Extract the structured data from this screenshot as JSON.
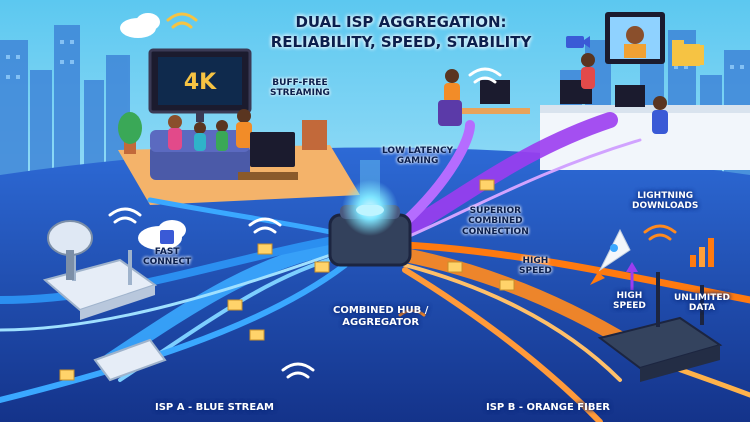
{
  "title": {
    "line1": "DUAL ISP AGGREGATION:",
    "line2": "RELIABILITY, SPEED, STABILITY"
  },
  "labels": {
    "buff_free_1": "BUFF-FREE",
    "buff_free_2": "STREAMING",
    "low_latency_1": "LOW LATENCY",
    "low_latency_2": "GAMING",
    "lightning_1": "LIGHTNING",
    "lightning_2": "DOWNLOADS",
    "superior_1": "SUPERIOR",
    "superior_2": "COMBINED",
    "superior_3": "CONNECTION",
    "fast_connect_1": "FAST",
    "fast_connect_2": "CONNECT",
    "high_speed_a_1": "HIGH",
    "high_speed_a_2": "SPEED",
    "high_speed_b_1": "HIGH",
    "high_speed_b_2": "SPEED",
    "unlimited_1": "UNLIMITED",
    "unlimited_2": "DATA",
    "hub_1": "COMBINED HUB /",
    "hub_2": "AGGREGATOR",
    "isp_a": "ISP A - BLUE STREAM",
    "isp_b": "ISP B - ORANGE FIBER"
  },
  "tv_text": "4K",
  "colors": {
    "sky_top": "#5cc8f0",
    "sky_bottom": "#cfeefd",
    "floor": "#1f4fb5",
    "stream_blue": "#3aa8ff",
    "stream_orange": "#ff8a1f",
    "stream_purple": "#9b3df0",
    "hub": "#33415c",
    "hub_glow": "#7fe6ff",
    "title": "#0b1f4d"
  },
  "icons": [
    "satellite-dish-icon",
    "router-icon",
    "cloud-icon",
    "wifi-icon",
    "rocket-icon",
    "arrow-up-icon",
    "bar-chart-icon",
    "envelope-icon",
    "video-call-icon",
    "folder-icon"
  ]
}
